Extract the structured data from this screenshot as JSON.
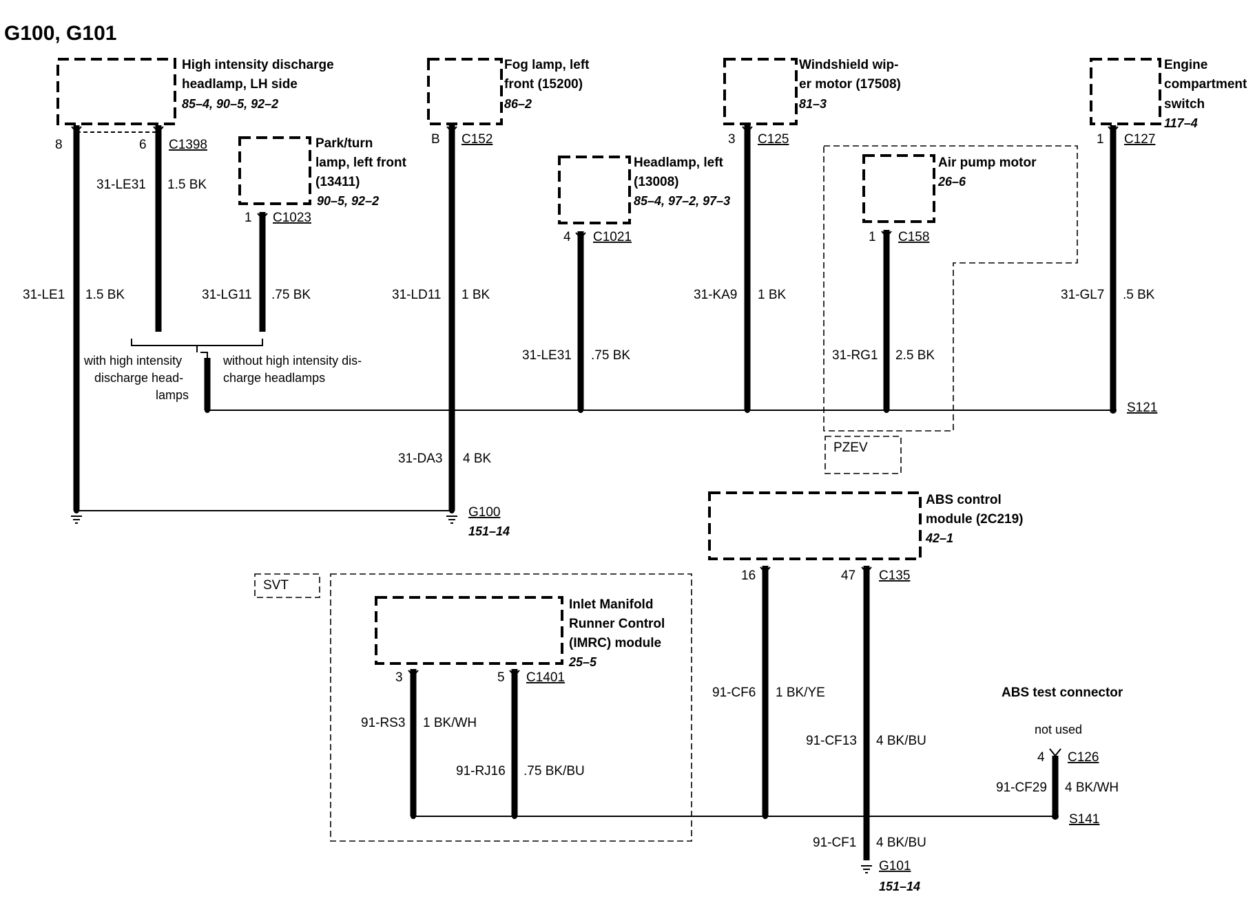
{
  "title": "G100, G101",
  "components": {
    "hid": {
      "lines": [
        "High intensity discharge",
        "headlamp, LH side"
      ],
      "ref": "85–4, 90–5, 92–2"
    },
    "park": {
      "lines": [
        "Park/turn",
        "lamp, left front",
        "(13411)"
      ],
      "ref": "90–5, 92–2"
    },
    "fog": {
      "lines": [
        "Fog lamp, left",
        "front (15200)"
      ],
      "ref": "86–2"
    },
    "headlamp": {
      "lines": [
        "Headlamp, left",
        "(13008)"
      ],
      "ref": "85–4, 97–2, 97–3"
    },
    "wiper": {
      "lines": [
        "Windshield wip-",
        "er motor (17508)"
      ],
      "ref": "81–3"
    },
    "airpump": {
      "lines": [
        "Air pump motor"
      ],
      "ref": "26–6"
    },
    "engine": {
      "lines": [
        "Engine",
        "compartment",
        "switch"
      ],
      "ref": "117–4"
    },
    "abs": {
      "lines": [
        "ABS control",
        "module (2C219)"
      ],
      "ref": "42–1"
    },
    "imrc": {
      "lines": [
        "Inlet Manifold",
        "Runner Control",
        "(IMRC) module"
      ],
      "ref": "25–5"
    },
    "abs_test": {
      "lines": [
        "ABS test connector"
      ],
      "note": "not used"
    }
  },
  "connectors": {
    "c1398": "C1398",
    "c1023": "C1023",
    "c152": "C152",
    "c1021": "C1021",
    "c125": "C125",
    "c158": "C158",
    "c127": "C127",
    "c135": "C135",
    "c1401": "C1401",
    "c126": "C126"
  },
  "pins": {
    "hid_a": "8",
    "hid_b": "6",
    "park": "1",
    "fog": "B",
    "headlamp": "4",
    "wiper": "3",
    "airpump": "1",
    "engine": "1",
    "abs_a": "16",
    "abs_b": "47",
    "imrc_a": "3",
    "imrc_b": "5",
    "abs_test": "4"
  },
  "wires": {
    "w_le1": {
      "circuit": "31-LE1",
      "spec": "1.5 BK"
    },
    "w_le31_hid": {
      "circuit": "31-LE31",
      "spec": "1.5 BK"
    },
    "w_lg11": {
      "circuit": "31-LG11",
      "spec": ".75 BK"
    },
    "w_ld11": {
      "circuit": "31-LD11",
      "spec": "1 BK"
    },
    "w_le31_hl": {
      "circuit": "31-LE31",
      "spec": ".75 BK"
    },
    "w_ka9": {
      "circuit": "31-KA9",
      "spec": "1 BK"
    },
    "w_rg1": {
      "circuit": "31-RG1",
      "spec": "2.5 BK"
    },
    "w_gl7": {
      "circuit": "31-GL7",
      "spec": ".5 BK"
    },
    "w_da3": {
      "circuit": "31-DA3",
      "spec": "4 BK"
    },
    "w_cf6": {
      "circuit": "91-CF6",
      "spec": "1 BK/YE"
    },
    "w_cf13": {
      "circuit": "91-CF13",
      "spec": "4 BK/BU"
    },
    "w_rs3": {
      "circuit": "91-RS3",
      "spec": "1 BK/WH"
    },
    "w_rj16": {
      "circuit": "91-RJ16",
      "spec": ".75 BK/BU"
    },
    "w_cf29": {
      "circuit": "91-CF29",
      "spec": "4 BK/WH"
    },
    "w_cf1": {
      "circuit": "91-CF1",
      "spec": "4 BK/BU"
    }
  },
  "splices": {
    "s121": "S121",
    "s141": "S141"
  },
  "grounds": {
    "g100": {
      "label": "G100",
      "ref": "151–14"
    },
    "g101": {
      "label": "G101",
      "ref": "151–14"
    }
  },
  "options": {
    "with_hid": [
      "with high intensity",
      "discharge head-",
      "lamps"
    ],
    "without_hid": [
      "without high intensity dis-",
      "charge headlamps"
    ],
    "pzev": "PZEV",
    "svt": "SVT"
  }
}
